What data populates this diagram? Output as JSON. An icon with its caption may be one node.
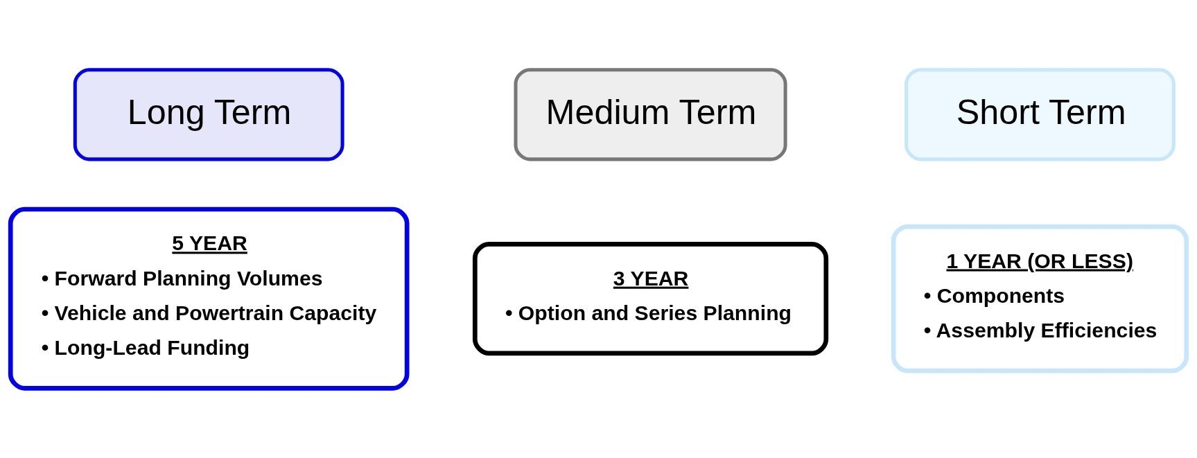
{
  "diagram": {
    "nodes": [
      {
        "text": [
          "Long Term"
        ]
      },
      {
        "text": [
          "Medium Term"
        ]
      },
      {
        "text": [
          "Short Term"
        ]
      },
      {
        "text": [
          "5 YEAR",
          "• Forward Planning Volumes",
          "• Vehicle and Powertrain Capacity",
          "• Long-Lead Funding"
        ]
      },
      {
        "text": [
          "3 YEAR",
          "• Option and Series Planning"
        ]
      },
      {
        "text": [
          "1 YEAR (OR LESS)",
          "• Components",
          "• Assembly Efficiencies"
        ]
      }
    ]
  }
}
